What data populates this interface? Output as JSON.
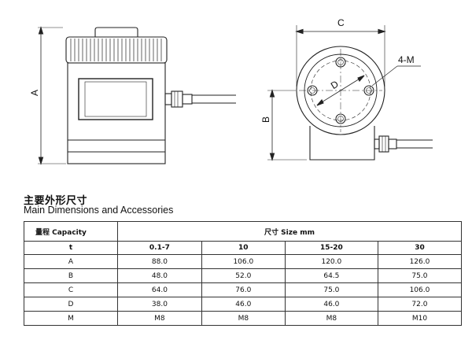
{
  "drawing": {
    "labels": {
      "A": "A",
      "B": "B",
      "C": "C",
      "D": "D",
      "bolt": "4-M"
    }
  },
  "titles": {
    "chinese": "主要外形尺寸",
    "english": "Main Dimensions and Accessories"
  },
  "table": {
    "capacity_header": "量程 Capacity",
    "size_header": "尺寸 Size mm",
    "capacity_row_label": "t",
    "capacities": [
      "0.1-7",
      "10",
      "15-20",
      "30"
    ],
    "rows": [
      {
        "label": "A",
        "values": [
          "88.0",
          "106.0",
          "120.0",
          "126.0"
        ]
      },
      {
        "label": "B",
        "values": [
          "48.0",
          "52.0",
          "64.5",
          "75.0"
        ]
      },
      {
        "label": "C",
        "values": [
          "64.0",
          "76.0",
          "75.0",
          "106.0"
        ]
      },
      {
        "label": "D",
        "values": [
          "38.0",
          "46.0",
          "46.0",
          "72.0"
        ]
      },
      {
        "label": "M",
        "values": [
          "M8",
          "M8",
          "M8",
          "M10"
        ]
      }
    ]
  }
}
